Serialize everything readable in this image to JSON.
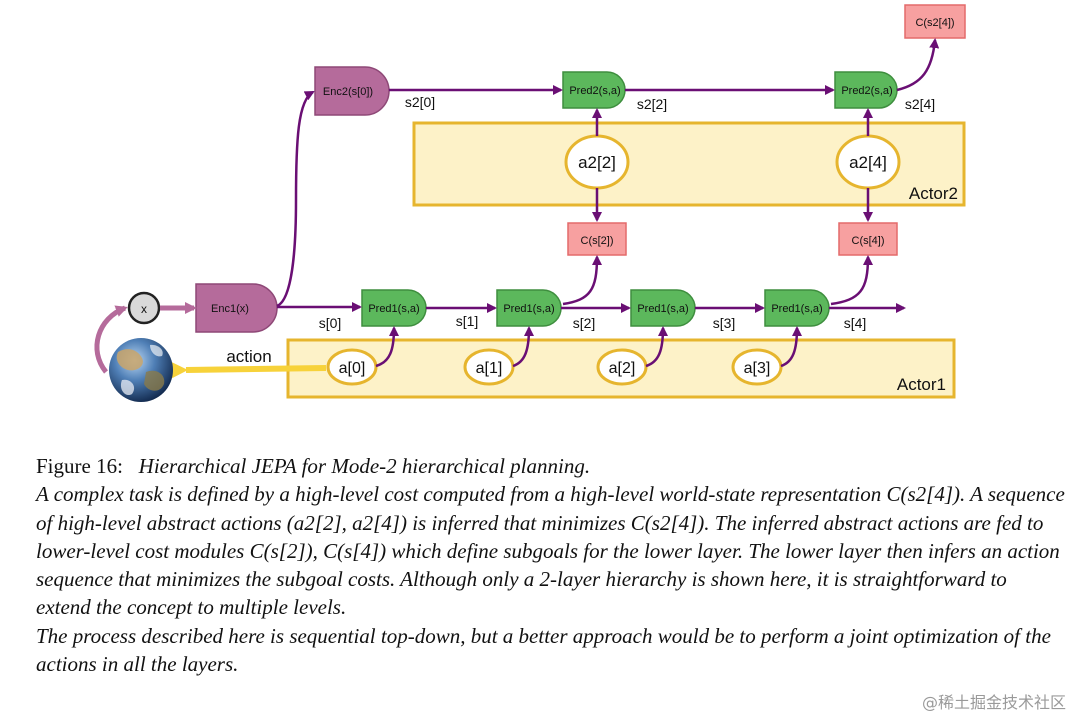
{
  "colors": {
    "arrow_purple": "#6a0f74",
    "predictor_green": "#5cb85c",
    "encoder_mauve": "#b56b9b",
    "cost_red": "#f7a0a0",
    "actor_fill": "#fdf2c8",
    "actor_border": "#e6b52e",
    "action_arrow_yellow": "#f7d23a"
  },
  "diagram": {
    "top_cost": "C(s2[4])",
    "enc2": "Enc2(s[0])",
    "enc1": "Enc1(x)",
    "pred2_a": "Pred2(s,a)",
    "pred2_b": "Pred2(s,a)",
    "pred1_0": "Pred1(s,a)",
    "pred1_1": "Pred1(s,a)",
    "pred1_2": "Pred1(s,a)",
    "pred1_3": "Pred1(s,a)",
    "s2_0": "s2[0]",
    "s2_2": "s2[2]",
    "s2_4": "s2[4]",
    "a2_2": "a2[2]",
    "a2_4": "a2[4]",
    "actor2": "Actor2",
    "cost_s2": "C(s[2])",
    "cost_s4": "C(s[4])",
    "x": "x",
    "s0": "s[0]",
    "s1": "s[1]",
    "s2": "s[2]",
    "s3": "s[3]",
    "s4": "s[4]",
    "a0": "a[0]",
    "a1": "a[1]",
    "a2": "a[2]",
    "a3": "a[3]",
    "actor1": "Actor1",
    "action": "action",
    "world_icon": "earth-globe"
  },
  "caption": {
    "figure_label": "Figure 16:",
    "title": "Hierarchical JEPA for Mode-2 hierarchical planning.",
    "paragraph1": "A complex task is defined by a high-level cost computed from a high-level world-state representation C(s2[4]). A sequence of high-level abstract actions (a2[2], a2[4]) is inferred that minimizes C(s2[4]). The inferred abstract actions are fed to lower-level cost modules C(s[2]), C(s[4]) which define subgoals for the lower layer. The lower layer then infers an action sequence that minimizes the subgoal costs. Although only a 2-layer hierarchy is shown here, it is straightforward to extend the concept to multiple levels.",
    "paragraph2": "The process described here is sequential top-down, but a better approach would be to perform a joint optimization of the actions in all the layers."
  },
  "watermark": "@稀土掘金技术社区"
}
